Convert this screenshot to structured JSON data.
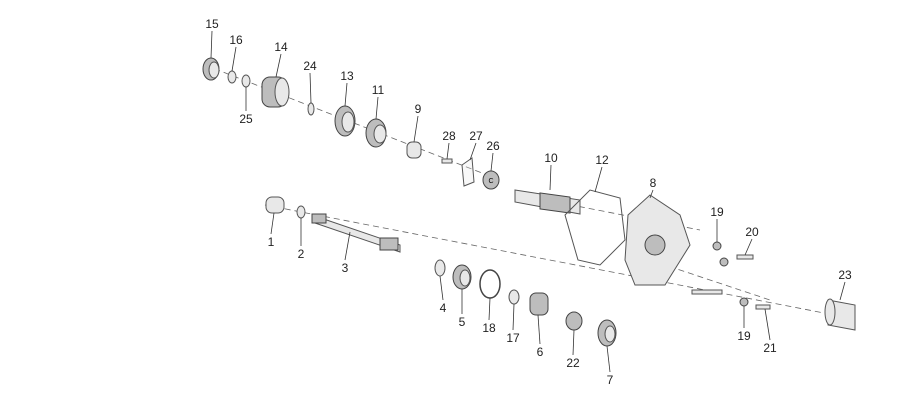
{
  "diagram": {
    "callouts": [
      "15",
      "16",
      "14",
      "24",
      "13",
      "11",
      "9",
      "28",
      "27",
      "26",
      "10",
      "12",
      "8",
      "19",
      "20",
      "23",
      "1",
      "2",
      "3",
      "4",
      "5",
      "18",
      "17",
      "6",
      "22",
      "7",
      "19",
      "21",
      "25"
    ],
    "part_label_c": "C"
  }
}
